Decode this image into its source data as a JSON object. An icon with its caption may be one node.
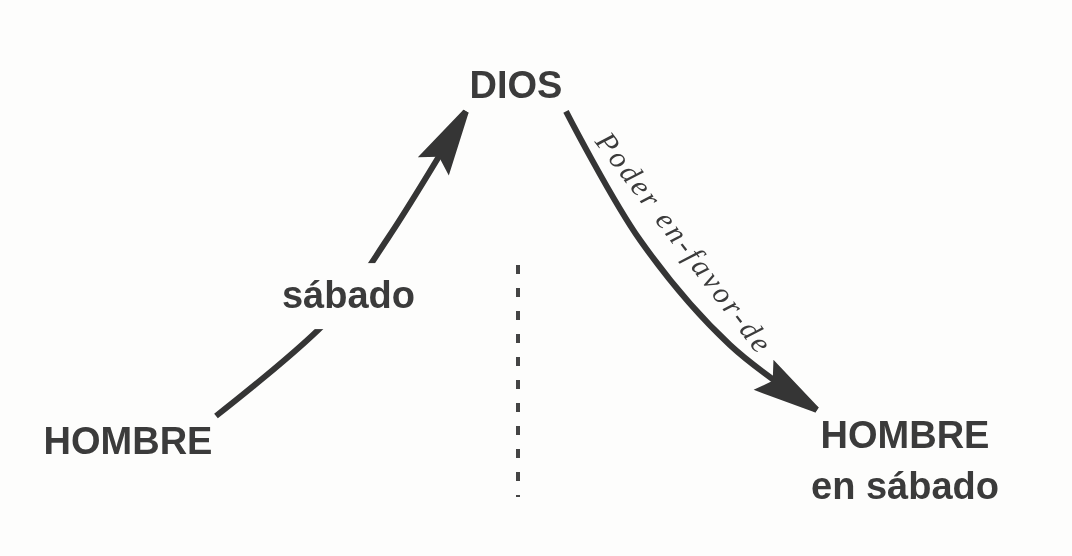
{
  "diagram": {
    "nodes": [
      {
        "text": [
          "DIOS"
        ]
      },
      {
        "text": [
          "HOMBRE"
        ]
      },
      {
        "text": [
          "HOMBRE en sábado"
        ]
      }
    ],
    "edges": [
      {
        "from": 1,
        "to": 0,
        "arrow": "to",
        "label": "sábado"
      },
      {
        "from": 0,
        "to": 2,
        "arrow": "to",
        "label": "Poder en-favor-de"
      }
    ]
  }
}
